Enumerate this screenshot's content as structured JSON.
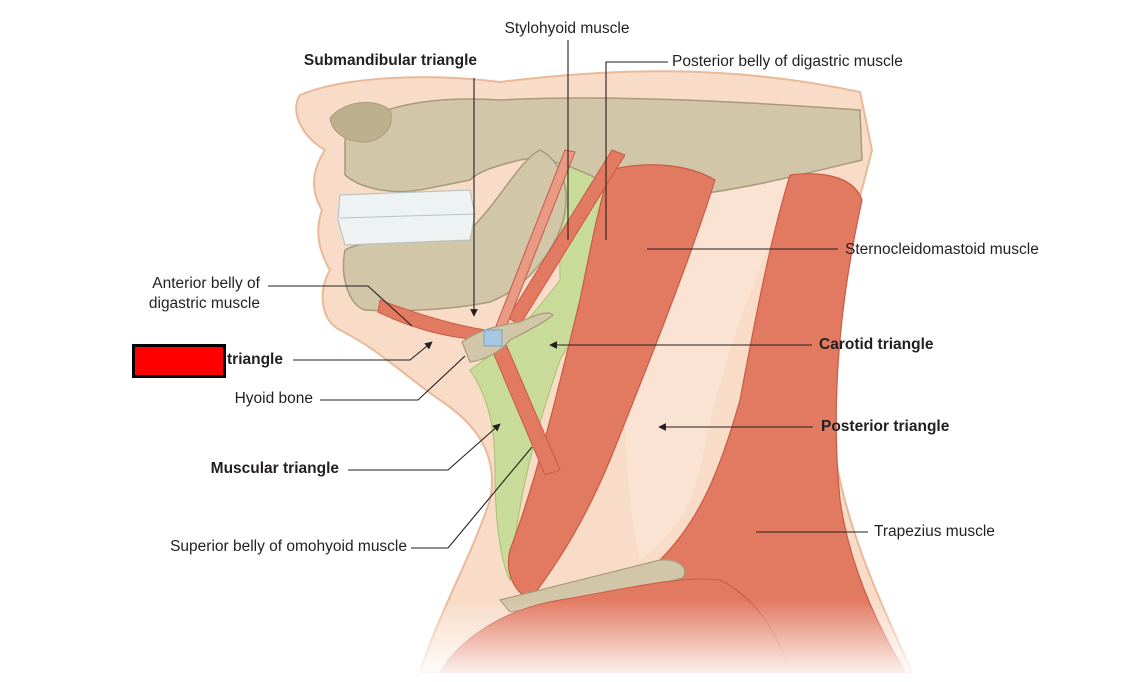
{
  "labels": {
    "submandibular_triangle": "Submandibular triangle",
    "stylohyoid_muscle": "Stylohyoid muscle",
    "posterior_belly_digastric": "Posterior belly of digastric muscle",
    "sternocleidomastoid_muscle": "Sternocleidomastoid muscle",
    "anterior_belly_digastric_line1": "Anterior belly of",
    "anterior_belly_digastric_line2": "digastric muscle",
    "masked_triangle_suffix": "triangle",
    "carotid_triangle": "Carotid triangle",
    "hyoid_bone": "Hyoid bone",
    "posterior_triangle": "Posterior triangle",
    "muscular_triangle": "Muscular triangle",
    "trapezius_muscle": "Trapezius muscle",
    "superior_belly_omohyoid": "Superior belly of omohyoid muscle"
  },
  "colors": {
    "skin": "#f8dcc8",
    "skin_outline": "#e9b99a",
    "bone": "#d2c6a8",
    "bone_shadow": "#a89a7a",
    "muscle": "#e27a62",
    "muscle_dark": "#c95a44",
    "triangle_fill": "#c9db98",
    "teeth": "#eef2f2",
    "leader_line": "#231f20",
    "mask_box": "#ff0000"
  }
}
